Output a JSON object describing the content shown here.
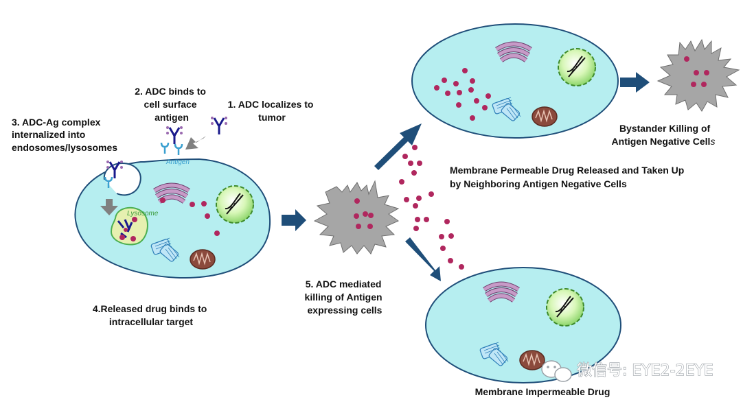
{
  "labels": {
    "step1": [
      "1. ADC localizes to",
      "tumor"
    ],
    "step2": [
      "2. ADC binds to",
      "cell surface",
      "antigen"
    ],
    "step3": [
      "3. ADC-Ag complex",
      "internalized into",
      "endosomes/lysosomes"
    ],
    "step4": [
      "4.Released drug binds to",
      "intracellular target"
    ],
    "step5": [
      "5. ADC mediated",
      "killing of Antigen",
      "expressing cells"
    ],
    "permeable": [
      "Membrane Permeable Drug Released and Taken Up",
      "by Neighboring Antigen Negative Cells"
    ],
    "bystander": [
      "Bystander Killing of",
      "Antigen Negative Cell",
      "s"
    ],
    "impermeable": "Membrane Impermeable Drug",
    "antigen_tag": "Antigen",
    "lysosome_tag": "Lysosome"
  },
  "watermark": "微信号: EYE2-2EYE",
  "colors": {
    "cell_fill": "#b6eef0",
    "cell_stroke": "#1f4e79",
    "drug": "#b0275e",
    "arrow": "#1f4e79",
    "dead_cell": "#a6a6a6",
    "golgi": "#b07fb0",
    "nucleus": "#c8f2a8",
    "mito": "#8b4a3c",
    "antibody": "#1a1a8c",
    "antigen": "#3aa0d0",
    "lysosome": "#e6f0b0"
  },
  "icons": [
    "adc-antibody-icon",
    "antigen-receptor-icon",
    "golgi-icon",
    "nucleus-dna-icon",
    "mitochondrion-icon",
    "centrosome-icon",
    "lysosome-icon",
    "wechat-icon"
  ]
}
